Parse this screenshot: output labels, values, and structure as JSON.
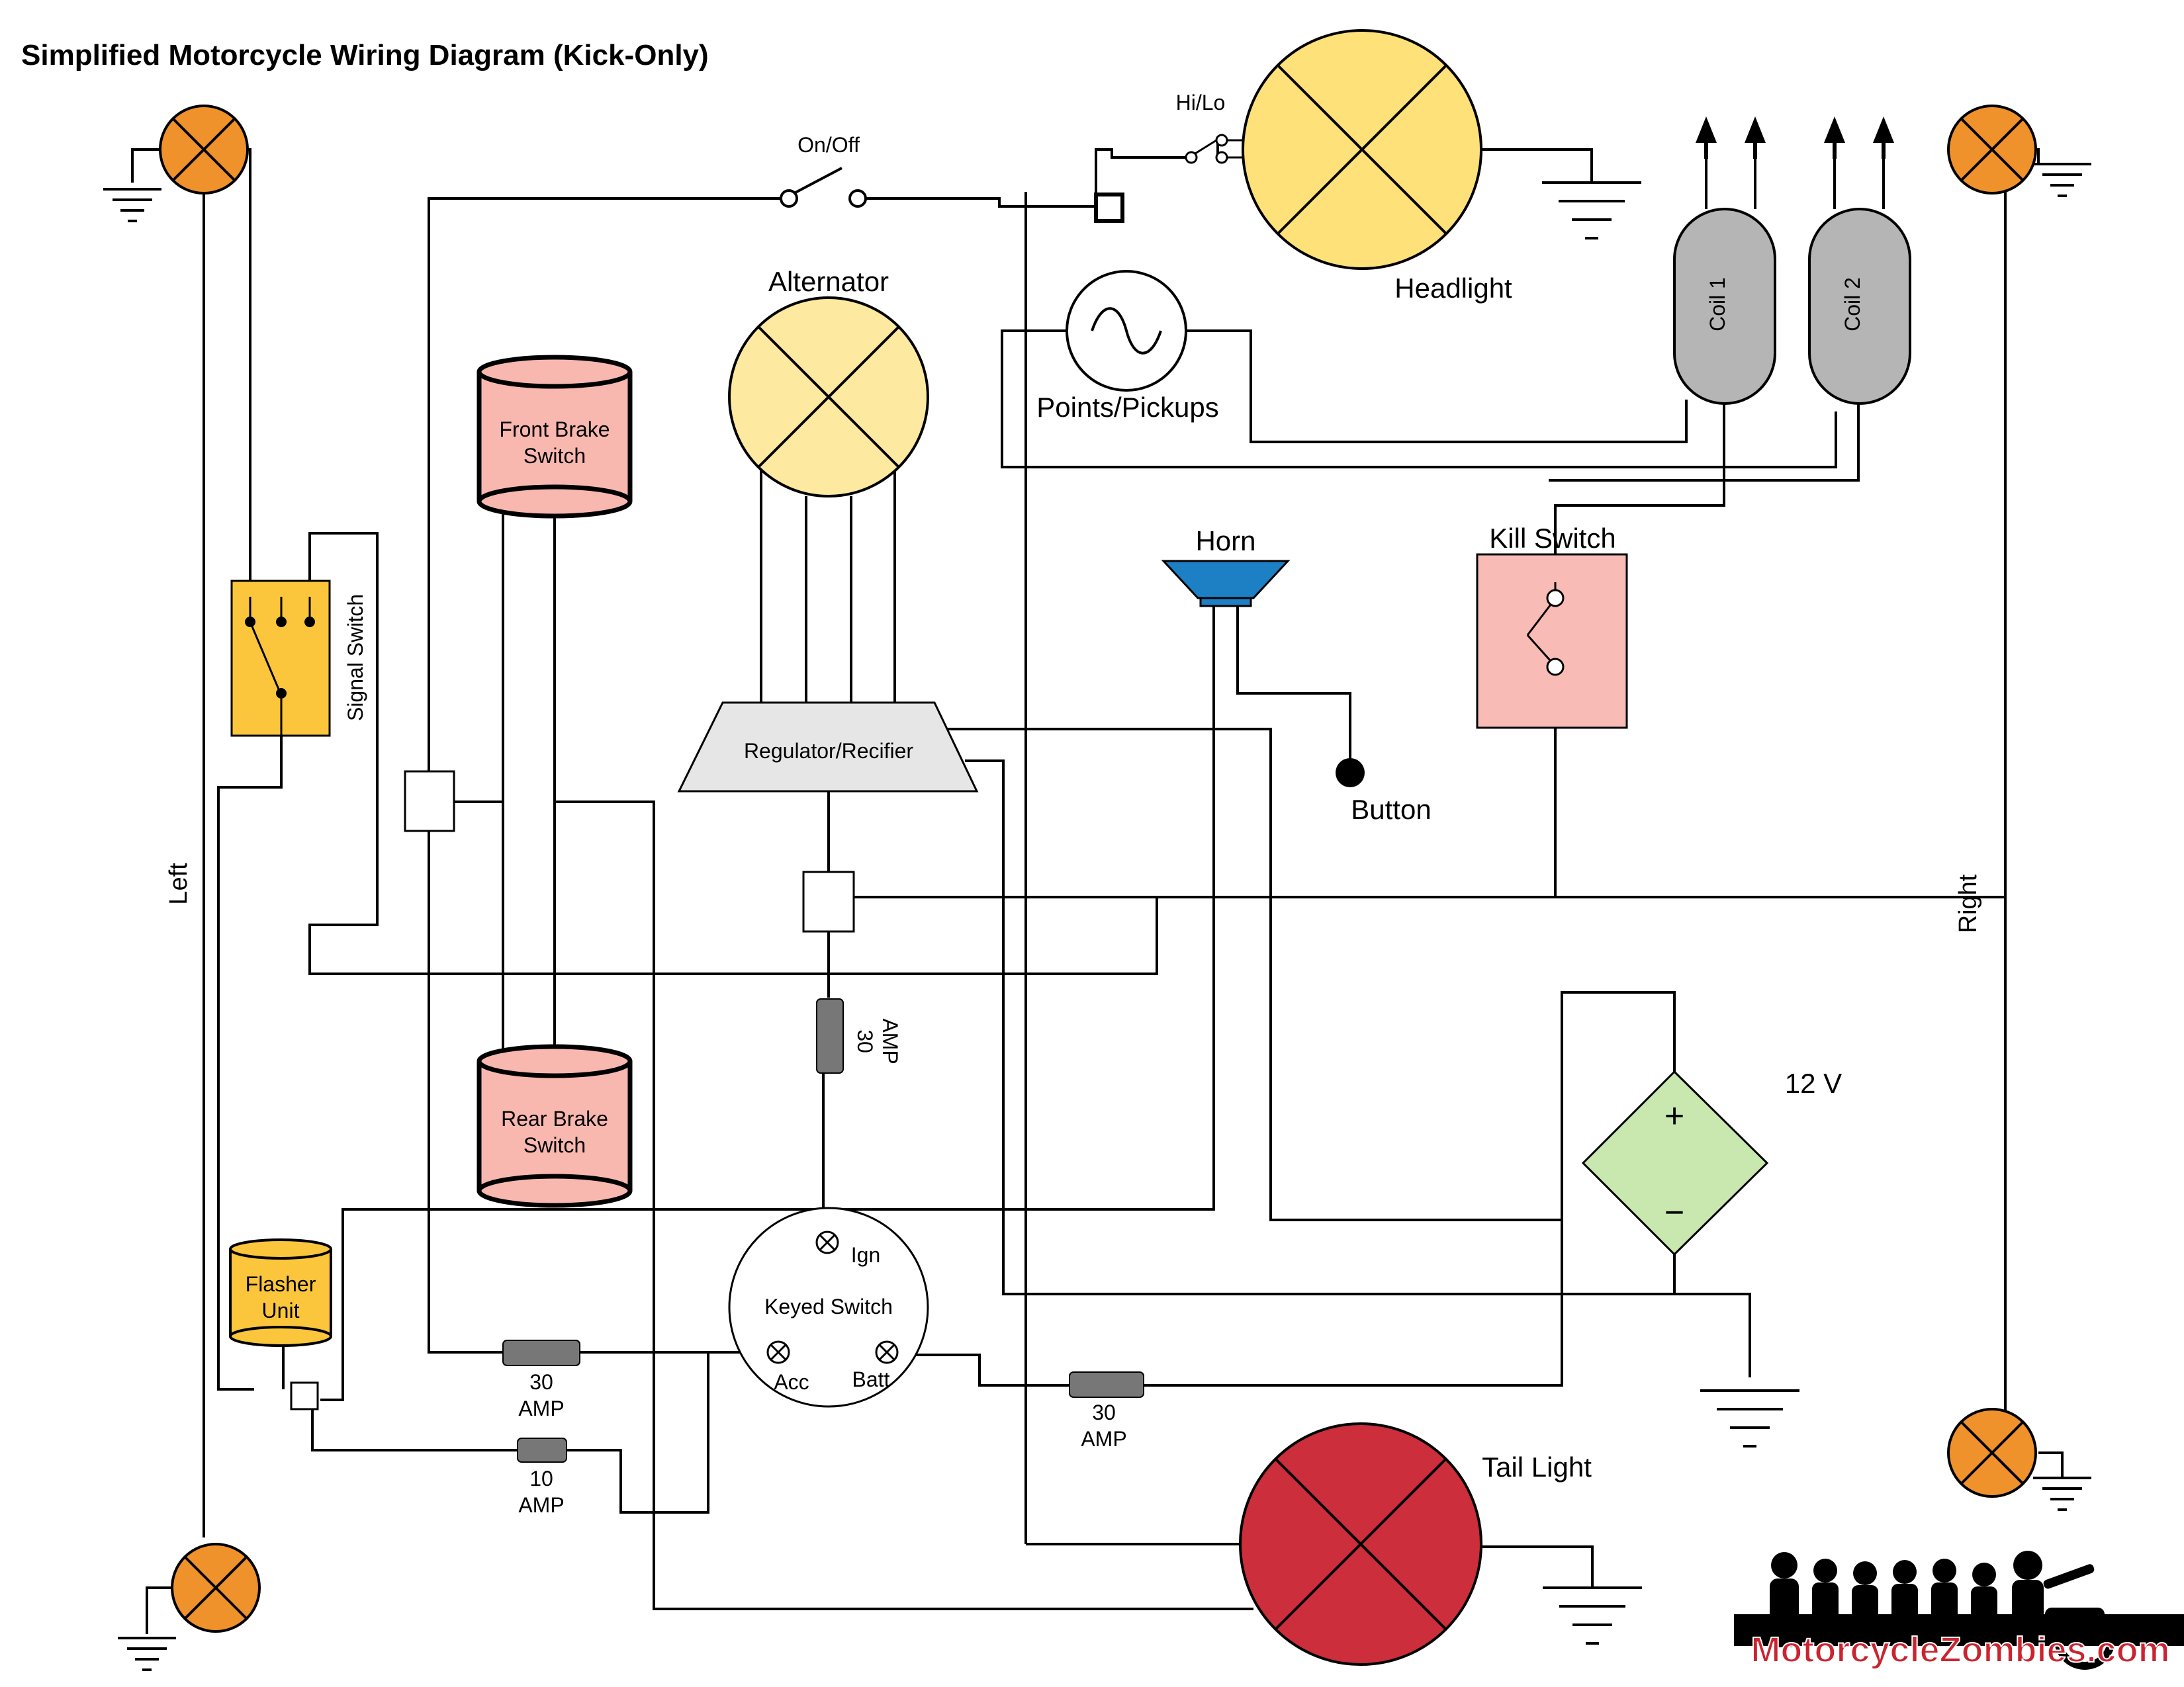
{
  "title": "Simplified Motorcycle Wiring Diagram (Kick-Only)",
  "labels": {
    "on_off": "On/Off",
    "hi_lo": "Hi/Lo",
    "headlight": "Headlight",
    "alternator": "Alternator",
    "points_pickups": "Points/Pickups",
    "coil1": "Coil 1",
    "coil2": "Coil 2",
    "front_brake_line1": "Front Brake",
    "front_brake_line2": "Switch",
    "rear_brake_line1": "Rear Brake",
    "rear_brake_line2": "Switch",
    "signal_switch": "Signal Switch",
    "regulator": "Regulator/Recifier",
    "horn": "Horn",
    "button": "Button",
    "kill_switch": "Kill Switch",
    "left": "Left",
    "right": "Right",
    "battery_voltage": "12 V",
    "battery_plus": "+",
    "battery_minus": "−",
    "flasher_line1": "Flasher",
    "flasher_line2": "Unit",
    "keyed_switch": "Keyed Switch",
    "ign": "Ign",
    "acc": "Acc",
    "batt": "Batt",
    "tail_light": "Tail Light",
    "fuse_main_val": "30",
    "fuse_main_unit": "AMP",
    "fuse_acc_val": "30",
    "fuse_acc_unit": "AMP",
    "fuse_10_val": "10",
    "fuse_10_unit": "AMP",
    "fuse_batt_val": "30",
    "fuse_batt_unit": "AMP",
    "watermark": "MotorcycleZombies.com"
  },
  "colors": {
    "indicator_orange": "#f0922b",
    "headlight_yellow": "#ffe17a",
    "alternator_yellow": "#fdeaa0",
    "brake_pink": "#f8b8b0",
    "signal_yellow": "#fbc63b",
    "regulator_gray": "#e6e6e6",
    "horn_blue": "#1d7fc4",
    "kill_pink": "#f9bbb5",
    "battery_green": "#c8e8b0",
    "coil_gray": "#b5b5b5",
    "fuse_gray": "#777777",
    "tail_red": "#cc2e3b",
    "watermark_red": "#c9242f"
  },
  "icons": [
    "ground-icon",
    "bulb-icon",
    "switch-icon",
    "fuse-icon",
    "spark-arrow-icon",
    "sine-icon",
    "biker-silhouette-icon"
  ]
}
